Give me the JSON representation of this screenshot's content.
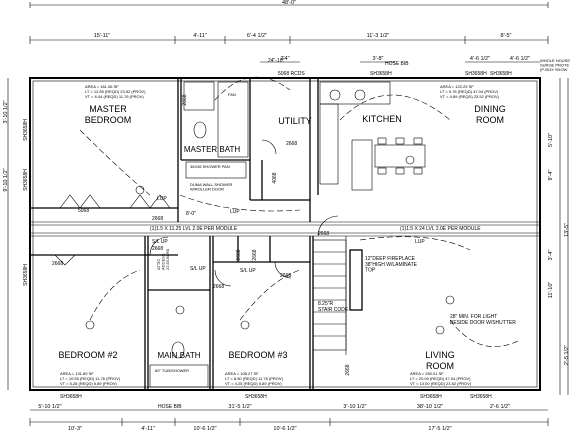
{
  "overall_width": "48'-0\"",
  "top_dimensions": [
    "15'-11\"",
    "4'-11\"",
    "6'-4 1/2\"",
    "11'-3 1/2\"",
    "8'-5\""
  ],
  "bottom_dimensions": [
    "10'-3\"",
    "4'-11\"",
    "10'-6 1/2\"",
    "10'-6 1/2\"",
    "17'-5 1/2\""
  ],
  "top_sub_dimensions": [
    "2'4\"",
    "3'-8\"",
    "4'-6 1/2\"",
    "4'-6 1/2\""
  ],
  "bottom_sub_dimensions": [
    "5'-10 1/2\"",
    "31'-5 1/2\"",
    "3'-10 1/2\"",
    "38'-10 1/2\"",
    "2'-6 1/2\""
  ],
  "left_dimensions": [
    "3'-10 1/2\"",
    "9'-10 1/2\""
  ],
  "right_dimensions": [
    "5'-10\"",
    "9'-4\"",
    "13'-5\"",
    "3'-4\"",
    "11'-10\"",
    "2'-5 1/2\""
  ],
  "rooms": {
    "master_bedroom": "MASTER\nBEDROOM",
    "master_bath": "MASTER BATH",
    "utility": "UTILITY",
    "kitchen": "KITCHEN",
    "dining_room": "DINING\nROOM",
    "bedroom2": "BEDROOM #2",
    "main_bath": "MAIN BATH",
    "bedroom3": "BEDROOM #3",
    "living_room": "LIVING\nROOM"
  },
  "area_notes": {
    "master_bedroom": [
      "AREA = 161.06 SF",
      "LT = 12.89 (REQD) 23.52 (PROV)",
      "VT = 6.44 (REQD) 11.76 (PROV)"
    ],
    "dining_room": [
      "AREA = 122.29 SF",
      "LT = 9.78 (REQD) 47.04 (PROV)",
      "VT = 4.89 (REQD) 23.52 (PROV)"
    ],
    "bedroom2": [
      "AREA = 131.89 SF",
      "LT = 10.55 (REQD) 11.76 (PROV)",
      "VT = 5.28 (REQD) 5.89 (PROV)"
    ],
    "bedroom3": [
      "AREA = 108.27 SF",
      "LT = 8.50 (REQD) 11.76 (PROV)",
      "VT = 4.25 (REQD) 5.89 (PROV)"
    ],
    "living_room": [
      "AREA = 250.01 SF",
      "LT = 20.00 (REQD) 47.04 (PROV)",
      "VT = 10.00 (REQD) 23.52 (PROV)"
    ]
  },
  "windows": [
    "SH3658H",
    "SH3658H",
    "SH3658H",
    "SH3658H",
    "SH3658H",
    "SH3658H",
    "SH3658H",
    "SH3658H",
    "SH3658H",
    "SH3658H"
  ],
  "doors": [
    "2668",
    "2668",
    "5068",
    "2668",
    "2668",
    "2668",
    "2668",
    "2668",
    "2668",
    "2668",
    "2668",
    "4068",
    "5068 RCDS",
    "2668"
  ],
  "beams": [
    "(1)1.5 X 11.25 LVL 2.0E PER MODULE",
    "(1)1.5 X 24 LVL 2.0E PER MODULE"
  ],
  "labels": {
    "lup1": "LUP",
    "lup2": "S/L UP",
    "lup3": "S/L UP",
    "lup4": "S/L UP",
    "lup5": "LUP",
    "lup6": "LUP",
    "hose_bib_top": "HOSE BIB",
    "hose_bib_bottom": "HOSE BIB",
    "whole_house_surge": "WHOLE HOUSE\nSURGE PROTE\n(P-BOX SHOW",
    "stair_code": "8.25\"R\nSTAIR CODE",
    "fireplace": "12\"DEEP FIREPLACE\n38\"HIGH W/LAMINATE\nTOP",
    "light_note": "28\" MIN. FOR LIGHT\nBESIDE DOOR W/SHUTTER",
    "shower": "60\" TUB/SHOWER",
    "attic_access": "ATTIC\nACCESS\n22.5X30 R0",
    "shower_pan": "36X36 SHOWER PAN",
    "wall_shower": "DUMA WALL SHOWER\nW/ROLLER DOOR",
    "fan_note": "FAN",
    "elec_24": "24\"-10\"",
    "elec_8": "8'-0\""
  }
}
